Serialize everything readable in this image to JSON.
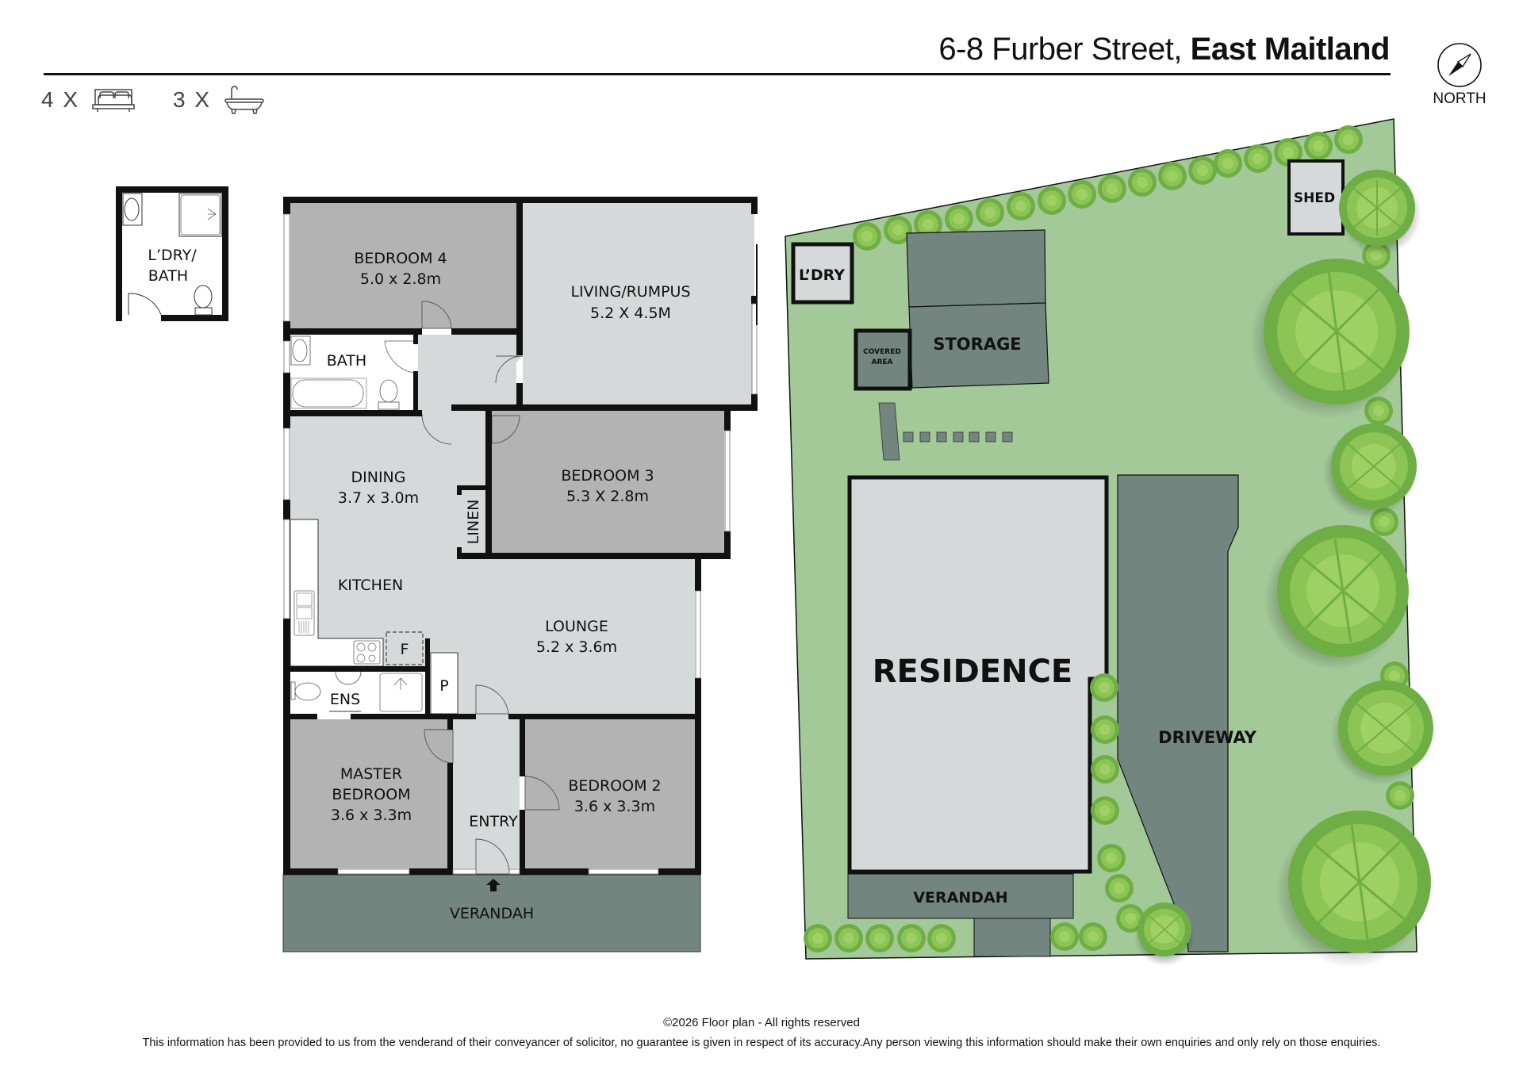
{
  "header": {
    "address_street": "6-8 Furber Street,",
    "address_suburb": "East Maitland",
    "bedrooms_count": "4 X",
    "bedrooms_icon": "bed-icon",
    "bathrooms_count": "3 X",
    "bathrooms_icon": "bathtub-icon",
    "compass_icon": "compass-icon",
    "compass_label": "NORTH"
  },
  "outbuilding": {
    "label_line1": "L’DRY/",
    "label_line2": "BATH"
  },
  "floor_plan": {
    "rooms": {
      "bedroom4": {
        "name": "BEDROOM 4",
        "size": "5.0 x 2.8m"
      },
      "living": {
        "name": "LIVING/RUMPUS",
        "size": "5.2 X 4.5M"
      },
      "bath": {
        "name": "BATH"
      },
      "dining": {
        "name": "DINING",
        "size": "3.7 x 3.0m"
      },
      "bedroom3": {
        "name": "BEDROOM 3",
        "size": "5.3 X 2.8m"
      },
      "linen": {
        "name": "LINEN"
      },
      "kitchen": {
        "name": "KITCHEN"
      },
      "fridge": {
        "name": "F"
      },
      "lounge": {
        "name": "LOUNGE",
        "size": "5.2 x 3.6m"
      },
      "ensuite": {
        "name": "ENS"
      },
      "pantry": {
        "name": "P"
      },
      "master": {
        "name_line1": "MASTER",
        "name_line2": "BEDROOM",
        "size": "3.6 x 3.3m"
      },
      "entry": {
        "name": "ENTRY"
      },
      "bedroom2": {
        "name": "BEDROOM 2",
        "size": "3.6 x 3.3m"
      },
      "verandah": {
        "name": "VERANDAH"
      }
    },
    "colors": {
      "wall": "#111111",
      "bedroom_fill": "#b3b3b3",
      "living_fill": "#d6d9da",
      "wet_fill": "#ffffff",
      "verandah_fill": "#72857f"
    }
  },
  "site_plan": {
    "labels": {
      "laundry": "L’DRY",
      "shed": "SHED",
      "covered_line1": "COVERED",
      "covered_line2": "AREA",
      "storage": "STORAGE",
      "residence": "RESIDENCE",
      "driveway": "DRIVEWAY",
      "verandah": "VERANDAH"
    },
    "colors": {
      "lawn": "#a3c999",
      "building": "#d6d9da",
      "paving": "#72857f",
      "tree_dark": "#6fae45",
      "tree_light": "#a6d46f"
    }
  },
  "footer": {
    "copyright": "©2026 Floor plan  - All rights reserved",
    "disclaimer": "This information has been provided to us from the venderand of their conveyancer of solicitor, no guarantee is given in respect of its accuracy.Any person viewing this information should make their own enquiries and only rely on those enquiries."
  }
}
